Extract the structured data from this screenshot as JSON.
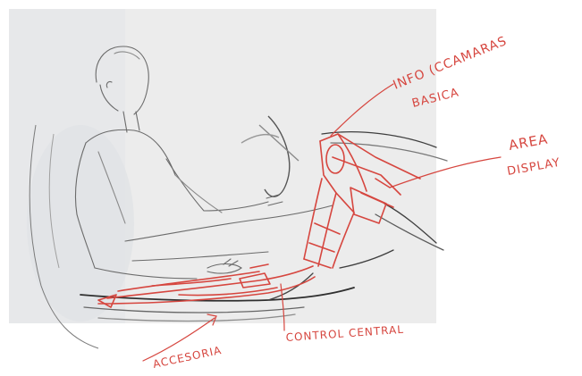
{
  "annotations": {
    "info_line1": "INFO (CCAMARAS",
    "info_line2": "BASICA",
    "area_line1": "AREA",
    "area_line2": "DISPLAY",
    "accesorios": "ACCESORIA",
    "control_central": "CONTROL CENTRAL"
  },
  "colors": {
    "sketch_red": "#d6463f",
    "pencil": "#4a4a4a",
    "paper": "#ececec"
  }
}
